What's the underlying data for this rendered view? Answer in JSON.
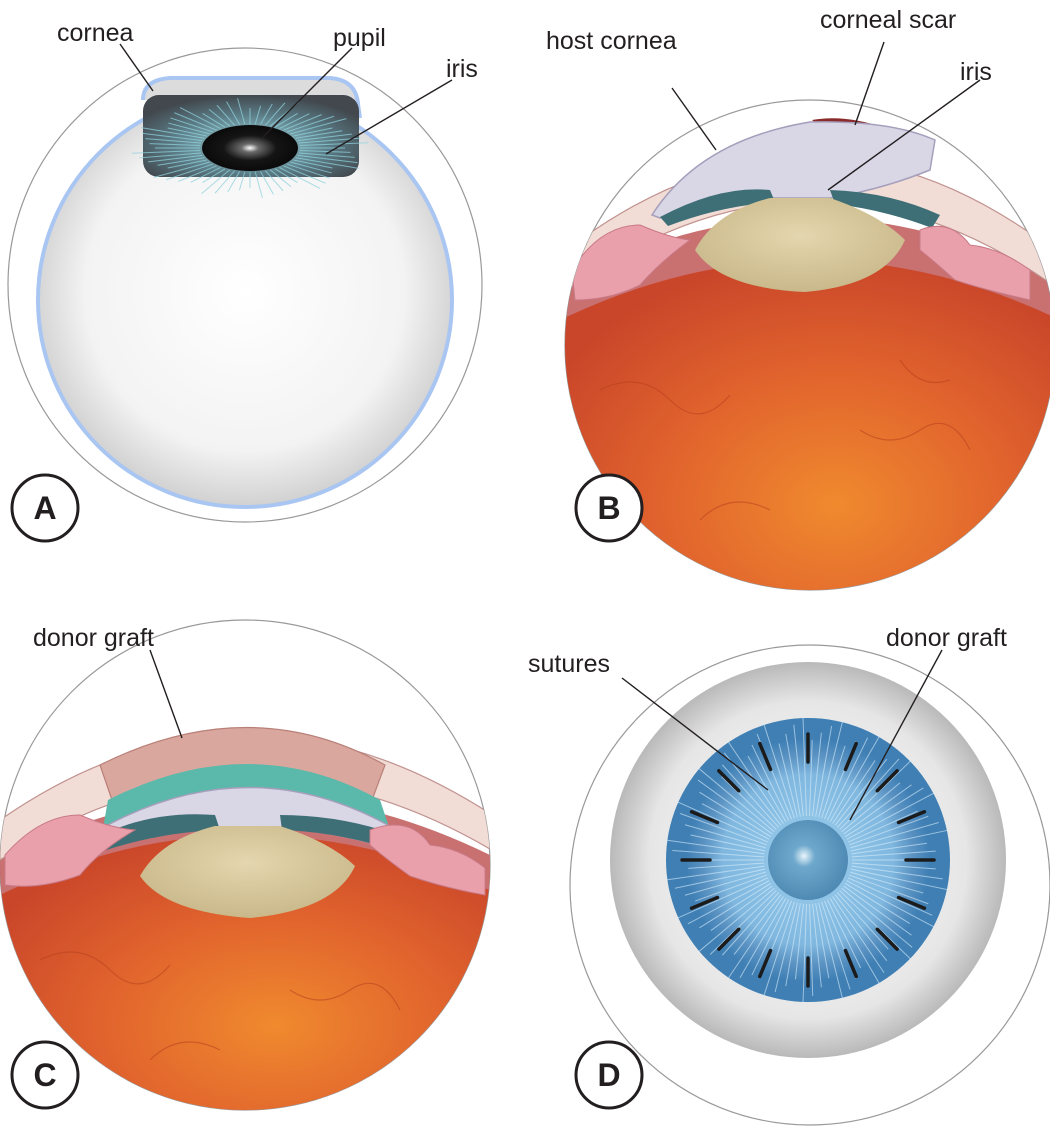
{
  "panels": {
    "a": {
      "badge": "A",
      "labels": {
        "cornea": "cornea",
        "pupil": "pupil",
        "iris": "iris"
      }
    },
    "b": {
      "badge": "B",
      "labels": {
        "host_cornea": "host cornea",
        "corneal_scar": "corneal scar",
        "iris": "iris"
      }
    },
    "c": {
      "badge": "C",
      "labels": {
        "donor_graft": "donor graft"
      }
    },
    "d": {
      "badge": "D",
      "labels": {
        "sutures": "sutures",
        "donor_graft": "donor graft"
      }
    }
  },
  "colors": {
    "sclera": "#f4f4f4",
    "cornea_outline": "#a9c6f2",
    "iris_dark": "#4a5158",
    "iris_fibres": "#7fc6d3",
    "fundus_orange": "#e0622d",
    "host_cornea": "#f1dcd6",
    "corneal_scar": "#8a2a2a",
    "donor_graft": "#d9a79e",
    "graft_band": "#5ab9aa",
    "lens": "#d7c69d",
    "anterior_chamber": "#d9d6e6",
    "ciliary_pink": "#e9a0ab",
    "front_iris_blue": "#3f7fb4",
    "front_graft_blue": "#8cc4e6",
    "suture": "#1b1b1b"
  }
}
